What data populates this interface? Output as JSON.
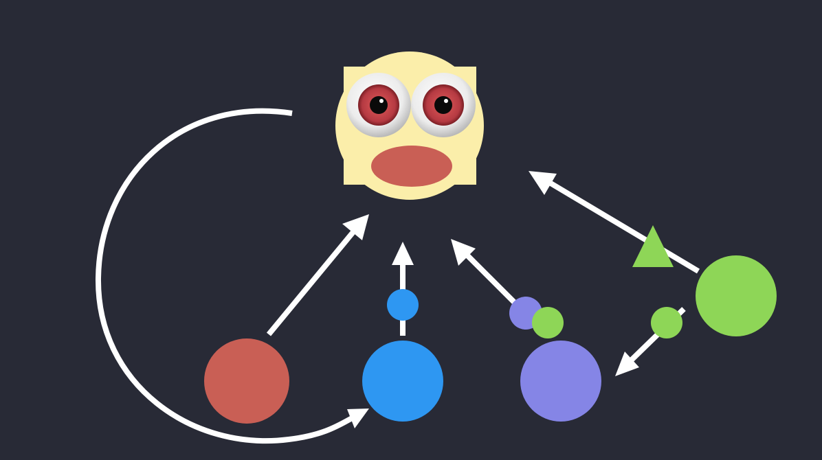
{
  "canvas": {
    "background": "#282a36"
  },
  "colors": {
    "arrow": "#ffffff",
    "red": "#c95f55",
    "blue": "#2e97f2",
    "purple": "#8585e6",
    "green": "#8ed657",
    "face": "#fbeeaa",
    "mouth": "#c95f55",
    "iris": "#b43a40",
    "sclera": "#f4f4f4"
  },
  "diagram": {
    "nodes": [
      {
        "id": "face",
        "shape": "cartoon-face",
        "color": "face"
      },
      {
        "id": "red-node",
        "shape": "circle",
        "color": "red"
      },
      {
        "id": "blue-node",
        "shape": "circle",
        "color": "blue"
      },
      {
        "id": "purple-node",
        "shape": "circle",
        "color": "purple"
      },
      {
        "id": "green-node",
        "shape": "circle",
        "color": "green"
      },
      {
        "id": "blue-token",
        "shape": "small-circle",
        "color": "blue"
      },
      {
        "id": "purple-token",
        "shape": "small-circle",
        "color": "purple"
      },
      {
        "id": "green-token-a",
        "shape": "small-circle",
        "color": "green"
      },
      {
        "id": "green-token-b",
        "shape": "small-circle",
        "color": "green"
      },
      {
        "id": "green-triangle",
        "shape": "triangle",
        "color": "green"
      }
    ],
    "edges": [
      {
        "from": "red-node",
        "to": "face"
      },
      {
        "from": "blue-node",
        "to": "face"
      },
      {
        "from": "purple-node",
        "to": "face"
      },
      {
        "from": "green-node",
        "to": "face"
      },
      {
        "from": "green-node",
        "to": "purple-node"
      },
      {
        "from": "face",
        "to": "blue-node",
        "style": "curved"
      }
    ]
  }
}
